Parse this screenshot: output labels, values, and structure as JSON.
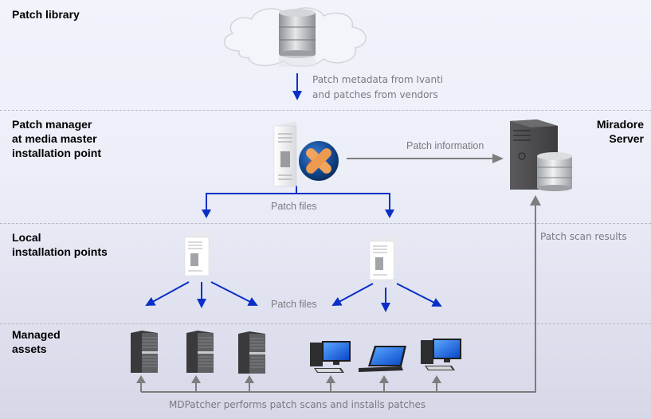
{
  "diagram": {
    "title": "Patch management architecture",
    "sections": [
      {
        "id": "patch-library",
        "label": "Patch library"
      },
      {
        "id": "patch-manager",
        "label": "Patch manager\nat media master\ninstallation point"
      },
      {
        "id": "local-installation-points",
        "label": "Local\ninstallation points"
      },
      {
        "id": "managed-assets",
        "label": "Managed\nassets"
      }
    ],
    "miradore_server_label": "Miradore\nServer",
    "flows": {
      "library_to_manager": "Patch metadata from Ivanti\nand patches from vendors",
      "manager_to_server": "Patch information",
      "manager_to_local": "Patch files",
      "local_to_assets": "Patch files",
      "assets_to_server": "Patch scan results",
      "mdpatcher": "MDPatcher performs patch scans and installs patches"
    },
    "nodes": {
      "cloud_database": "database-in-cloud-icon",
      "patch_manager_server": "server-with-patch-badge-icon",
      "miradore_server": "tower-server-with-database-icon",
      "local_points": [
        "server-icon",
        "server-icon"
      ],
      "managed_assets": [
        "rack-server-icon",
        "rack-server-icon",
        "rack-server-icon",
        "desktop-computer-icon",
        "laptop-icon",
        "desktop-computer-icon"
      ]
    },
    "colors": {
      "distribution_arrow": "#0a2fc8",
      "reporting_arrow": "#7d7d7d",
      "caption_text": "#7a7a80",
      "divider": "#b9bbc4"
    }
  }
}
